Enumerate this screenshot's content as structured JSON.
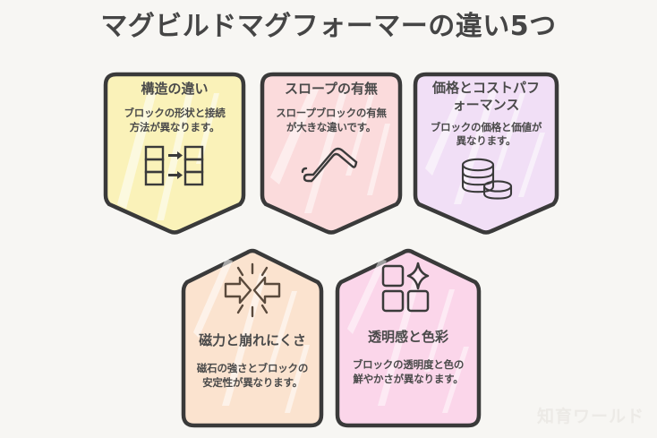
{
  "page": {
    "title": "マグビルドマグフォーマーの違い5つ",
    "background_color": "#f7f6f3",
    "title_color": "#454545",
    "watermark": "知育ワールド",
    "watermark_color": "#eceae6"
  },
  "cards": [
    {
      "id": "structure",
      "title": "構造の違い",
      "description": "ブロックの形状と接続方法が異なります。",
      "fill_color": "#faf2b9",
      "border_color": "#3a3a3a",
      "icon": "blocks-arrows-icon",
      "shape": "shield-down",
      "row": "top"
    },
    {
      "id": "slope",
      "title": "スロープの有無",
      "description": "スロープブロックの有無が大きな違いです。",
      "fill_color": "#fbdbdc",
      "border_color": "#3a3a3a",
      "icon": "slope-ramp-icon",
      "shape": "shield-down",
      "row": "top"
    },
    {
      "id": "price",
      "title": "価格とコストパフォーマンス",
      "description": "ブロックの価格と価値が異なります。",
      "fill_color": "#f1dff6",
      "border_color": "#3a3a3a",
      "icon": "coins-stack-icon",
      "shape": "shield-down",
      "row": "top"
    },
    {
      "id": "magnet",
      "title": "磁力と崩れにくさ",
      "description": "磁石の強さとブロックの安定性が異なります。",
      "fill_color": "#fbe3cf",
      "border_color": "#3a3a3a",
      "icon": "magnet-attract-icon",
      "shape": "house-up",
      "row": "bottom"
    },
    {
      "id": "color",
      "title": "透明感と色彩",
      "description": "ブロックの透明度と色の鮮やかさが異なります。",
      "fill_color": "#fbd6ea",
      "border_color": "#3a3a3a",
      "icon": "squares-sparkle-icon",
      "shape": "house-up",
      "row": "bottom"
    }
  ]
}
